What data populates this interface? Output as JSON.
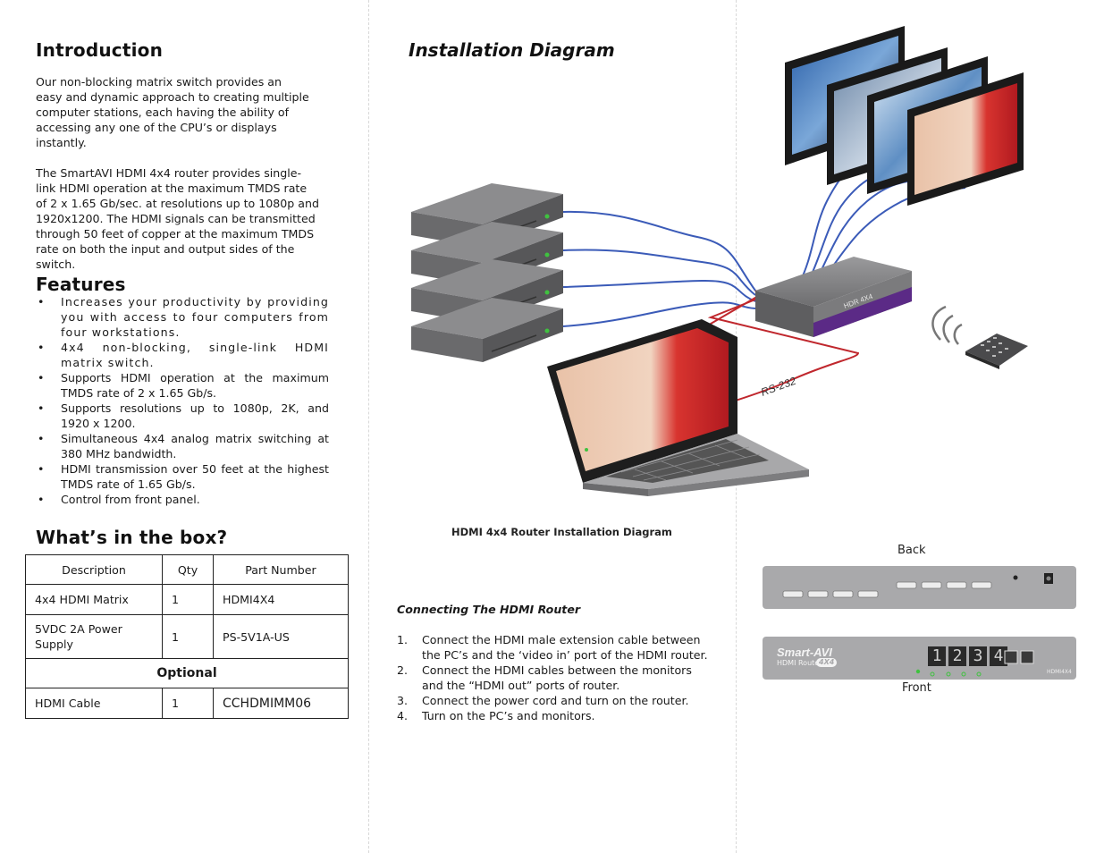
{
  "intro": {
    "title": "Introduction",
    "para1": [
      "Our non-blocking matrix switch provides an",
      "easy and dynamic approach to creating multiple",
      "computer stations, each having the ability of",
      "accessing any one of the CPU’s or displays instantly."
    ],
    "para2": [
      "The SmartAVI HDMI 4x4 router provides single-",
      "link HDMI operation at the maximum TMDS rate",
      "of 2 x 1.65 Gb/sec. at resolutions up to 1080p and",
      "1920x1200. The HDMI signals can be transmitted",
      "through 50 feet of copper at the maximum TMDS",
      "rate on both the input and output sides of the",
      "switch."
    ]
  },
  "features": {
    "title": "Features",
    "items": [
      "Increases your productivity by providing you with access to four computers from four workstations.",
      "4x4 non-blocking, single-link HDMI matrix switch.",
      "Supports HDMI operation at the maximum TMDS rate of 2 x 1.65 Gb/s.",
      "Supports resolutions up to 1080p, 2K, and 1920 x 1200.",
      "Simultaneous 4x4 analog matrix switching at 380 MHz bandwidth.",
      "HDMI transmission over 50 feet at the highest TMDS rate of 1.65 Gb/s.",
      "Control from front panel."
    ]
  },
  "box": {
    "title": "What’s in the box?",
    "headers": [
      "Description",
      "Qty",
      "Part Number"
    ],
    "rows": [
      [
        "4x4 HDMI Matrix",
        "1",
        "HDMI4X4"
      ],
      [
        "5VDC 2A Power Supply",
        "1",
        "PS-5V1A-US"
      ]
    ],
    "optional_label": "Optional",
    "optional_rows": [
      [
        "HDMI Cable",
        "1",
        "CCHDMIMM06"
      ]
    ]
  },
  "diagram": {
    "title": "Installation Diagram",
    "caption": "HDMI 4x4 Router Installation Diagram",
    "router_label": "HDR 4X4",
    "rs232_label": "RS-232",
    "colors": {
      "hdmi": "#3b5bb8",
      "rs232": "#c0272d",
      "router_accent": "#5b2a86",
      "device": "#8c8c8e"
    }
  },
  "connecting": {
    "title": "Connecting The HDMI Router",
    "steps": [
      [
        "1.",
        "Connect the HDMI male extension cable between",
        "the PC’s and the ‘video in’ port of the HDMI router."
      ],
      [
        "2.",
        "Connect the HDMI cables between the monitors",
        "and the “HDMI out” ports of router."
      ],
      [
        "3.",
        "Connect the power cord and turn on the router.",
        ""
      ],
      [
        "4.",
        "Turn on the PC’s and monitors.",
        ""
      ]
    ]
  },
  "panels": {
    "back_label": "Back",
    "front_label": "Front",
    "brand": "Smart-AVI",
    "front_sub": "HDMI Router",
    "front_badge": "4X4",
    "front_model": "HDMI4X4",
    "digits": [
      "1",
      "2",
      "3",
      "4"
    ]
  }
}
